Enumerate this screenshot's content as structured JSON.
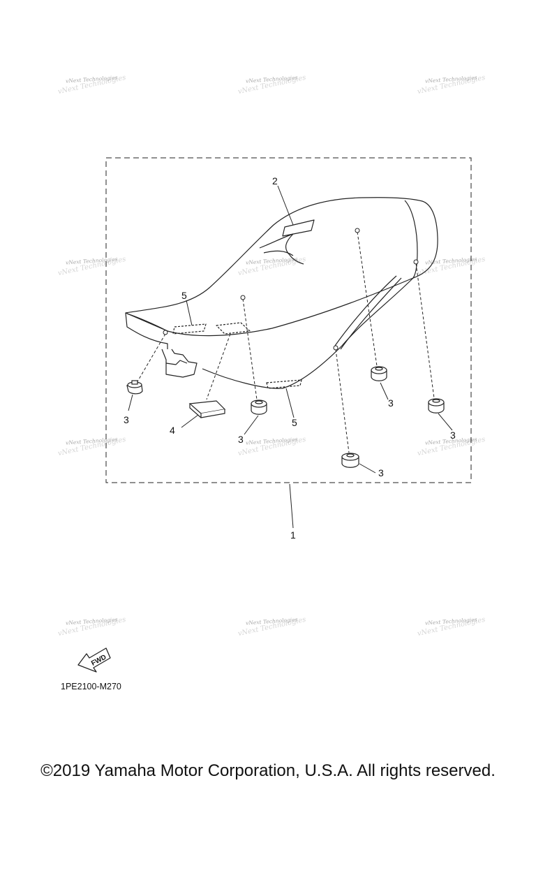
{
  "watermark": {
    "text": "vNext Technologies"
  },
  "callouts": {
    "c1": "1",
    "c2": "2",
    "c3": "3",
    "c4": "4",
    "c5": "5"
  },
  "fwd_label": "FWD",
  "diagram_code": "1PE2100-M270",
  "copyright": "©2019 Yamaha Motor Corporation, U.S.A. All rights reserved."
}
